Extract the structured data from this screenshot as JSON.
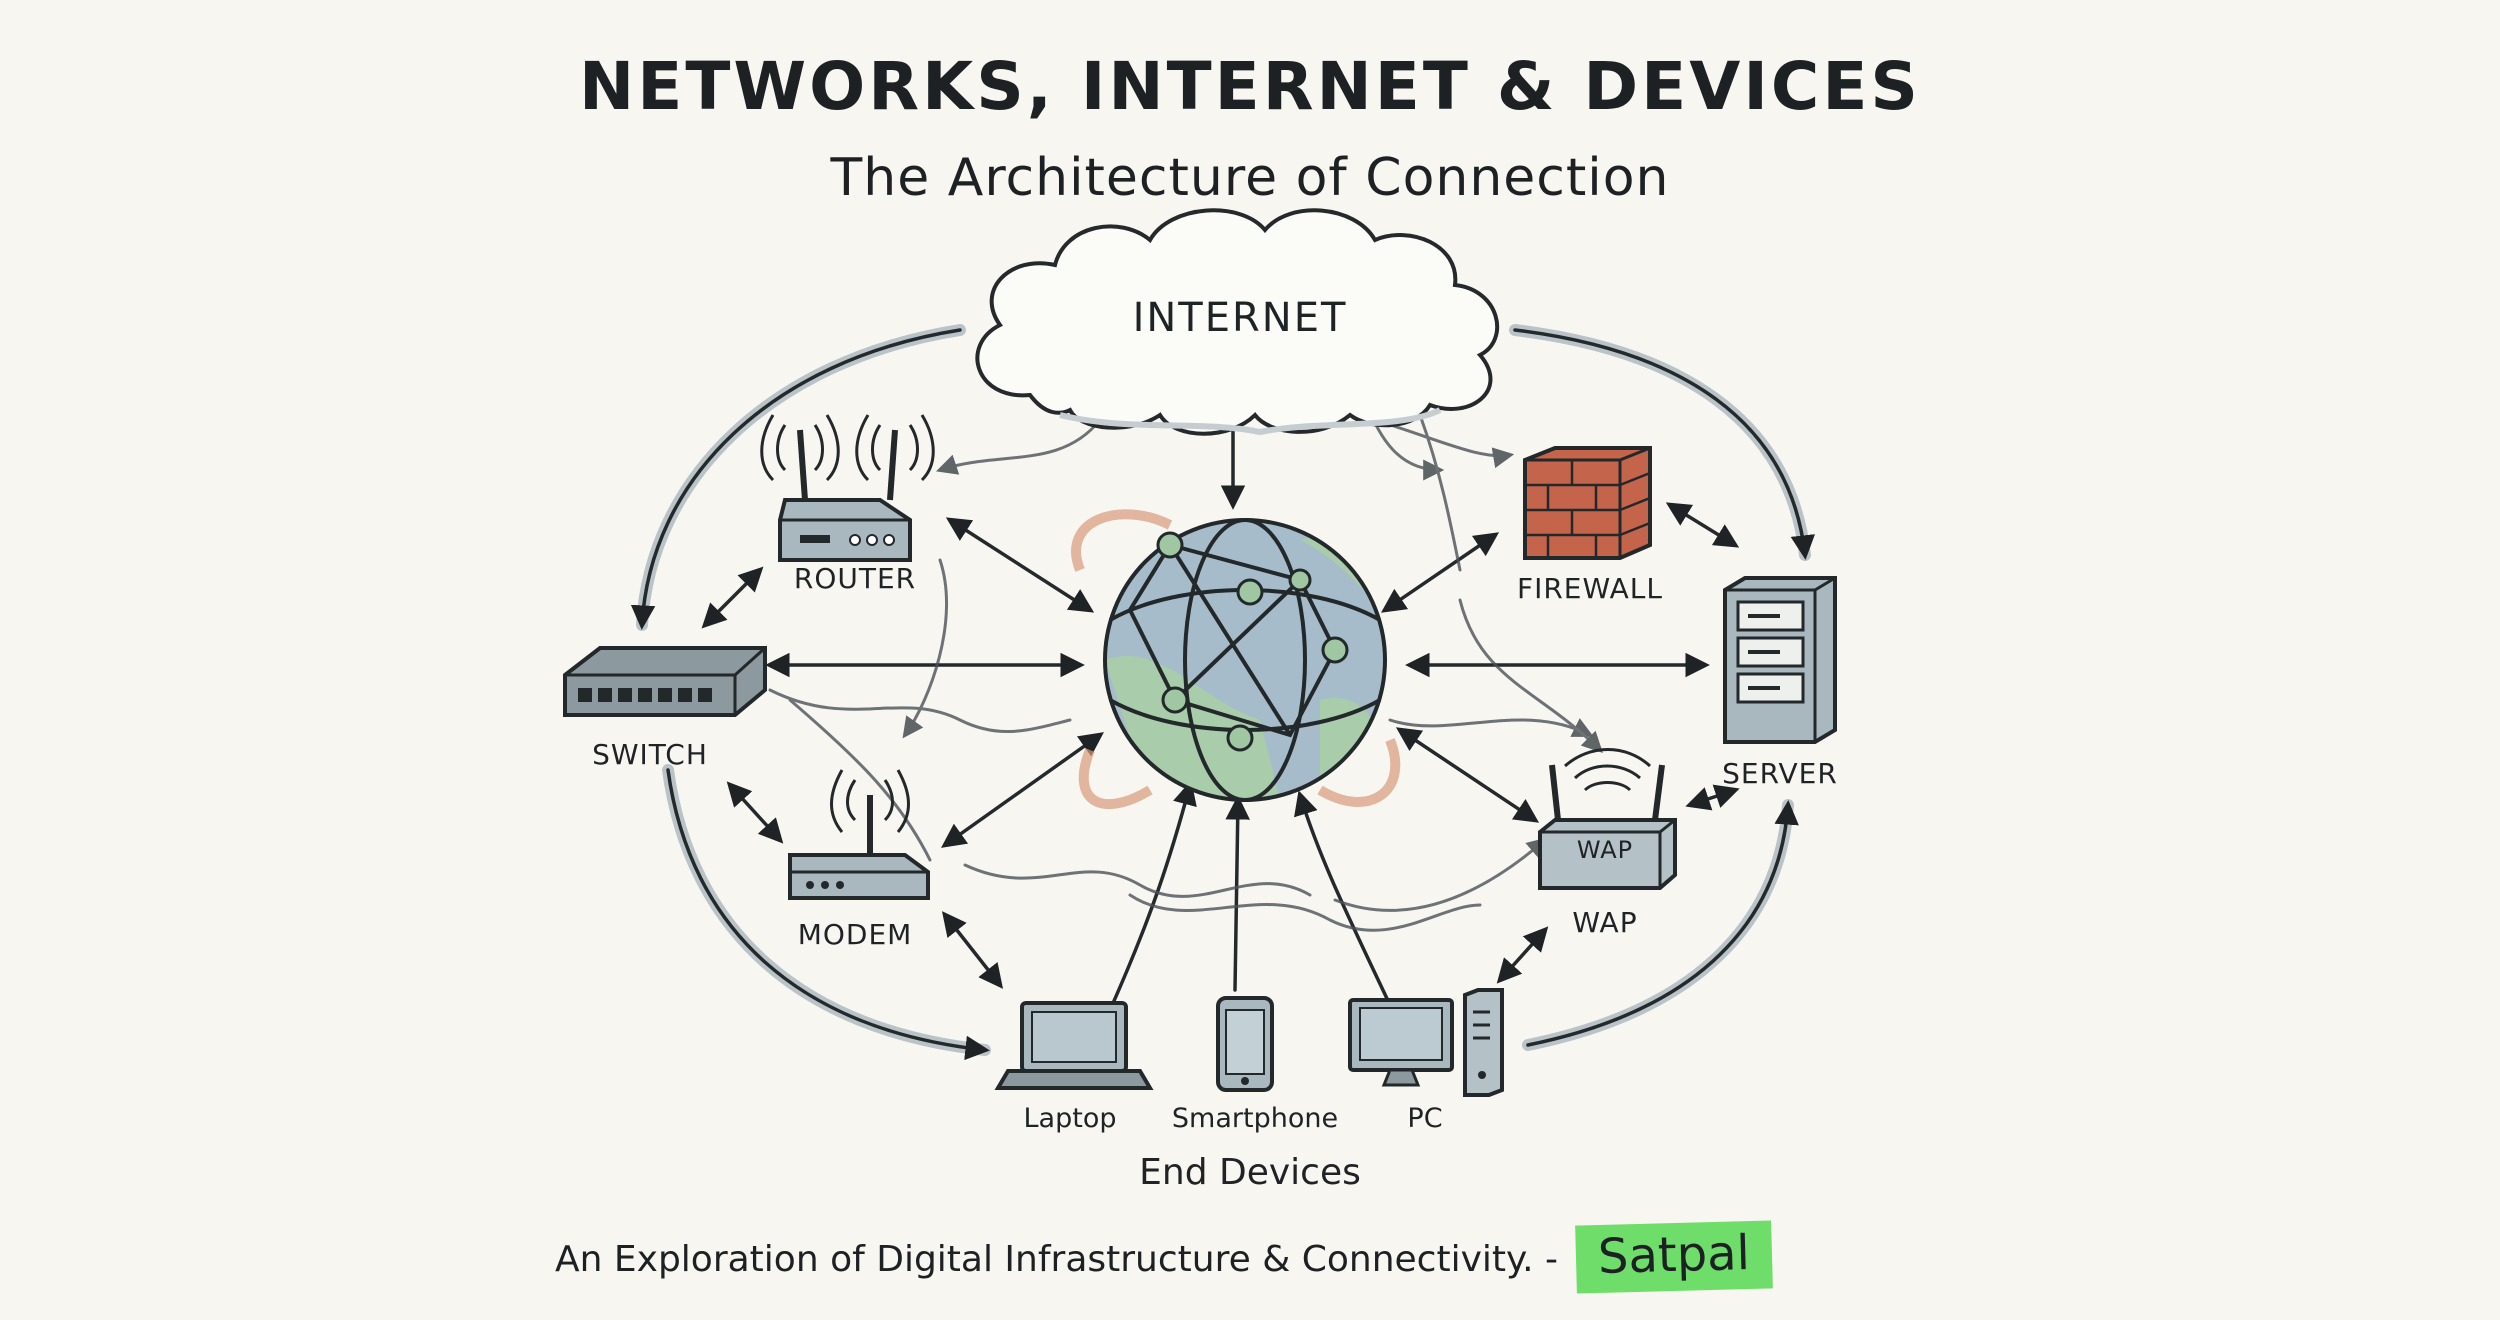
{
  "title": "NETWORKS, INTERNET & DEVICES",
  "subtitle": "The Architecture of Connection",
  "nodes": {
    "internet": "INTERNET",
    "router": "ROUTER",
    "switch": "SWITCH",
    "modem": "MODEM",
    "firewall": "FIREWALL",
    "server": "SERVER",
    "wap_label": "WAP",
    "wap_device_text": "WAP"
  },
  "end_devices": {
    "group_label": "End Devices",
    "laptop": "Laptop",
    "smartphone": "Smartphone",
    "pc": "PC"
  },
  "footer": {
    "text": "An Exploration of Digital Infrastructure & Connectivity. -",
    "author": "Satpal"
  },
  "colors": {
    "background": "#f7f6f1",
    "ink": "#1f2326",
    "globe_blue": "#9fb7c7",
    "globe_green": "#a9cfa6",
    "orbit_orange": "#d99a7a",
    "brick": "#c4644a",
    "highlight": "#6fdd6a"
  }
}
